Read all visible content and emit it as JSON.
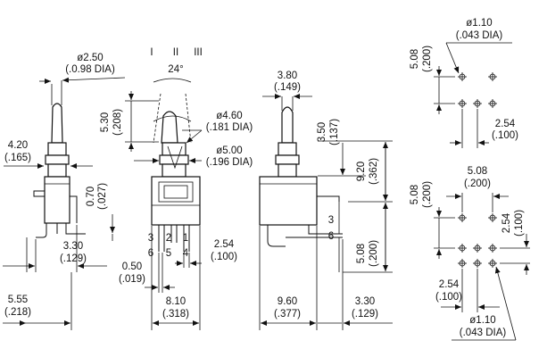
{
  "positions": [
    "I",
    "II",
    "III"
  ],
  "angle": "24°",
  "dims": {
    "lever_dia": {
      "mm": "ø2.50",
      "in": "(.0.98 DIA)"
    },
    "body_w_left": {
      "mm": "4.20",
      "in": "(.165)"
    },
    "bracket": {
      "mm": "0.70",
      "in": "(.027)"
    },
    "pin_left": {
      "mm": "3.30",
      "in": "(.129)"
    },
    "bottom_left": {
      "mm": "5.55",
      "in": "(.218)"
    },
    "lever_h": {
      "mm": "5.30",
      "in": "(.208)"
    },
    "bush_dia1": {
      "mm": "ø4.60",
      "in": "(.181 DIA)"
    },
    "bush_dia2": {
      "mm": "ø5.00",
      "in": "(.196 DIA)"
    },
    "pitch": {
      "mm": "2.54",
      "in": "(.100)"
    },
    "pin_w": {
      "mm": "0.50",
      "in": "(.019)"
    },
    "body_w": {
      "mm": "8.10",
      "in": "(.318)"
    },
    "side_top": {
      "mm": "3.80",
      "in": "(.149)"
    },
    "side_h1": {
      "mm": "3.50",
      "in": "(.137)"
    },
    "side_h2": {
      "mm": "9.20",
      "in": "(.362)"
    },
    "side_h3": {
      "mm": "5.08",
      "in": "(.200)"
    },
    "side_w": {
      "mm": "9.60",
      "in": "(.377)"
    },
    "side_pin": {
      "mm": "3.30",
      "in": "(.129)"
    },
    "pcb1_dia": {
      "mm": "ø1.10",
      "in": "(.043 DIA)"
    },
    "pcb1_v": {
      "mm": "5.08",
      "in": "(.200)"
    },
    "pcb1_h": {
      "mm": "2.54",
      "in": "(.100)"
    },
    "pcb2_w": {
      "mm": "5.08",
      "in": "(.200)"
    },
    "pcb2_v": {
      "mm": "5.08",
      "in": "(.200)"
    },
    "pcb2_v2": {
      "mm": "2.54",
      "in": "(.100)"
    },
    "pcb2_h": {
      "mm": "2.54",
      "in": "(.100)"
    },
    "pcb2_dia": {
      "mm": "ø1.10",
      "in": "(.043 DIA)"
    }
  },
  "pins_front": {
    "top": [
      "3",
      "2",
      "1"
    ],
    "bottom": [
      "6",
      "5",
      "4"
    ]
  },
  "pins_side": [
    "3",
    "6"
  ]
}
